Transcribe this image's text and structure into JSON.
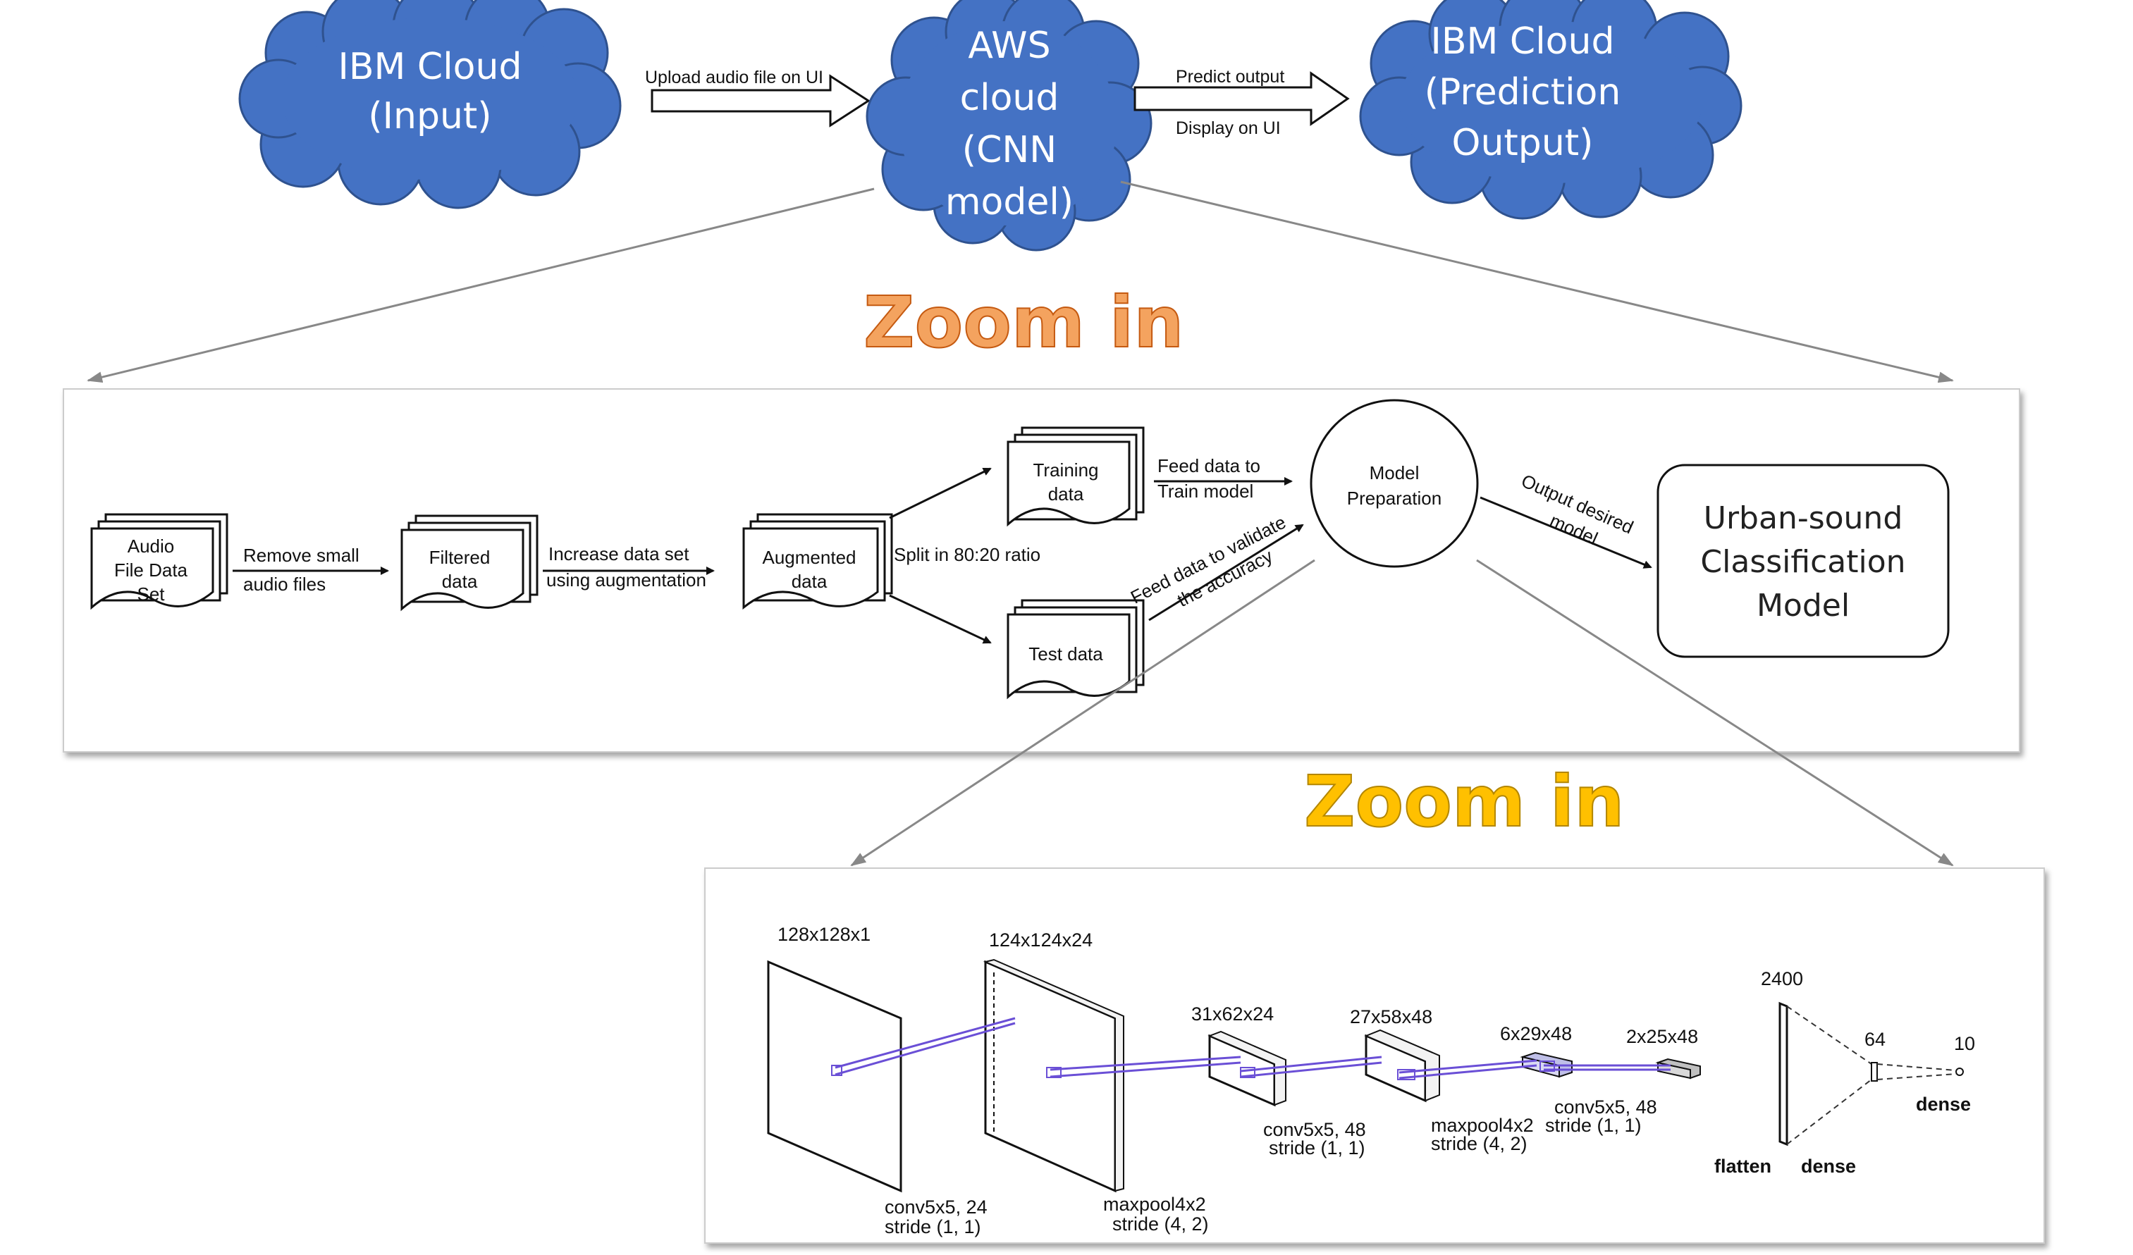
{
  "colors": {
    "cloud_fill": "#4472c4",
    "cloud_edge": "#2f528f",
    "zoom1": "#f4a35f",
    "zoom1_edge": "#c55a11",
    "zoom2": "#ffc000",
    "zoom2_edge": "#b38600",
    "connection": "#6a4fd6"
  },
  "top_flow": {
    "cloud_input": [
      "IBM Cloud",
      "(Input)"
    ],
    "cloud_aws": [
      "AWS",
      "cloud",
      "(CNN",
      "model)"
    ],
    "cloud_output": [
      "IBM Cloud",
      "(Prediction",
      "Output)"
    ],
    "arrow1_label": "Upload audio file on UI",
    "arrow2_label_top": "Predict output",
    "arrow2_label_bottom": "Display on UI"
  },
  "zoom_labels": [
    "Zoom in",
    "Zoom in"
  ],
  "pipeline": {
    "audio_set": [
      "Audio",
      "File Data",
      "Set"
    ],
    "remove": [
      "Remove small",
      "audio files"
    ],
    "filtered": [
      "Filtered",
      "data"
    ],
    "increase": [
      "Increase data set",
      "using augmentation"
    ],
    "augmented": [
      "Augmented",
      "data"
    ],
    "split": "Split in 80:20 ratio",
    "training": [
      "Training",
      "data"
    ],
    "test": "Test data",
    "feed_train": [
      "Feed data to",
      "Train model"
    ],
    "feed_validate": [
      "Feed data to validate",
      "the accuracy"
    ],
    "model_prep": [
      "Model",
      "Preparation"
    ],
    "output_desired": [
      "Output desired",
      "model"
    ],
    "urban": [
      "Urban-sound",
      "Classification",
      "Model"
    ]
  },
  "cnn": {
    "dims": [
      "128x128x1",
      "124x124x24",
      "31x62x24",
      "27x58x48",
      "6x29x48",
      "2x25x48",
      "2400",
      "64",
      "10"
    ],
    "ops": [
      [
        "conv5x5, 24",
        "stride (1, 1)"
      ],
      [
        "maxpool4x2",
        "stride (4, 2)"
      ],
      [
        "conv5x5, 48",
        "stride (1, 1)"
      ],
      [
        "maxpool4x2",
        "stride (4, 2)"
      ],
      [
        "conv5x5, 48",
        "stride (1, 1)"
      ]
    ],
    "tail": [
      "flatten",
      "dense",
      "dense"
    ]
  }
}
